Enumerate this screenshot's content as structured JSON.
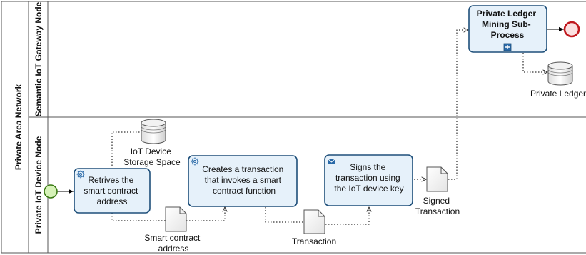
{
  "pool": {
    "title": "Private Area Network"
  },
  "lanes": [
    {
      "title": "Semantic IoT Gateway Node"
    },
    {
      "title": "Private IoT Device Node"
    }
  ],
  "tasks": {
    "retrieve": {
      "lines": [
        "Retrives the",
        "smart contract",
        "address"
      ],
      "icon": "gear-icon"
    },
    "create": {
      "lines": [
        "Creates a transaction",
        "that invokes a smart",
        "contract function"
      ],
      "icon": "gear-icon"
    },
    "sign": {
      "lines": [
        "Signs the",
        "transaction using",
        "the IoT device key"
      ],
      "icon": "envelope-icon"
    },
    "mining": {
      "lines": [
        "Private Ledger",
        "Mining Sub-",
        "Process"
      ],
      "icon": "expand-plus-icon"
    }
  },
  "data_stores": {
    "iot_storage": {
      "lines": [
        "IoT Device",
        "Storage Space"
      ]
    },
    "private_ledger": {
      "lines": [
        "Private Ledger"
      ]
    }
  },
  "data_objects": {
    "smart_contract_address": {
      "lines": [
        "Smart contract",
        "address"
      ]
    },
    "transaction": {
      "lines": [
        "Transaction"
      ]
    },
    "signed_transaction": {
      "lines": [
        "Signed",
        "Transaction"
      ]
    }
  },
  "colors": {
    "task_fill": "#e6f1fa",
    "task_stroke": "#1e4f7a",
    "start_fill": "#d6f2b8",
    "start_stroke": "#3a7a14",
    "end_stroke": "#c0181e",
    "end_fill": "#fbe1e1"
  }
}
